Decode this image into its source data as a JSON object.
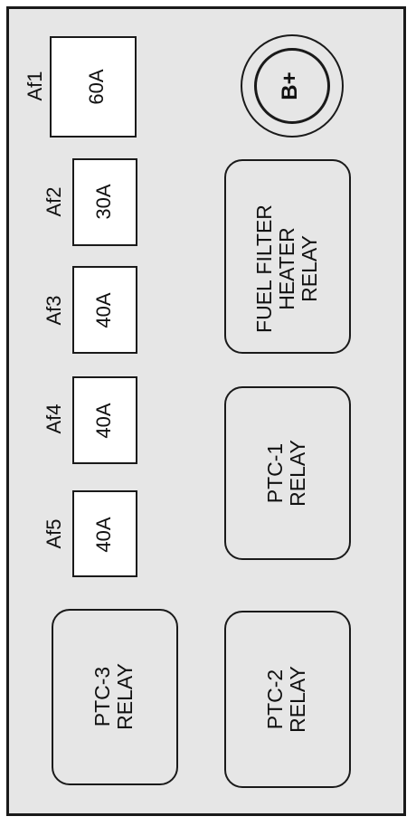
{
  "fuses": [
    {
      "id": "Af1",
      "rating": "60A"
    },
    {
      "id": "Af2",
      "rating": "30A"
    },
    {
      "id": "Af3",
      "rating": "40A"
    },
    {
      "id": "Af4",
      "rating": "40A"
    },
    {
      "id": "Af5",
      "rating": "40A"
    }
  ],
  "relays": {
    "fuel_filter_heater": {
      "line1": "FUEL FILTER",
      "line2": "HEATER",
      "line3": "RELAY"
    },
    "ptc1": {
      "line1": "PTC-1",
      "line2": "RELAY"
    },
    "ptc2": {
      "line1": "PTC-2",
      "line2": "RELAY"
    },
    "ptc3": {
      "line1": "PTC-3",
      "line2": "RELAY"
    }
  },
  "terminal": {
    "label": "B+"
  }
}
